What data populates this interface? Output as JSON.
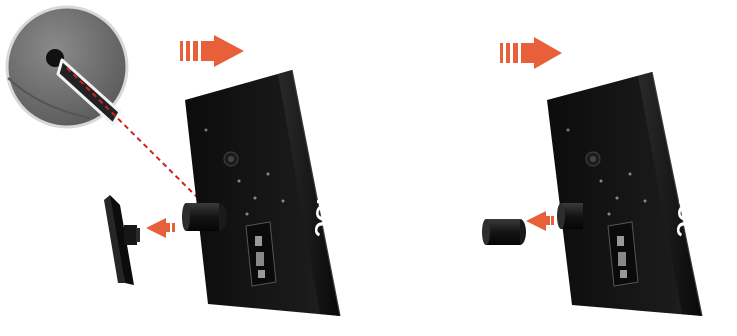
{
  "diagram": {
    "steps": [
      {
        "id": "step-1",
        "brand_logo": "AOC",
        "detached_part": "base"
      },
      {
        "id": "step-2",
        "brand_logo": "AOC",
        "detached_part": "neck"
      }
    ],
    "icons": [
      "direction-arrow-icon",
      "removal-arrow-icon",
      "zoom-callout-icon"
    ],
    "colors": {
      "arrow": "#e8603a",
      "monitor": "#111111",
      "callout": "#6e6e6e",
      "dashed_line": "#d02020"
    }
  }
}
